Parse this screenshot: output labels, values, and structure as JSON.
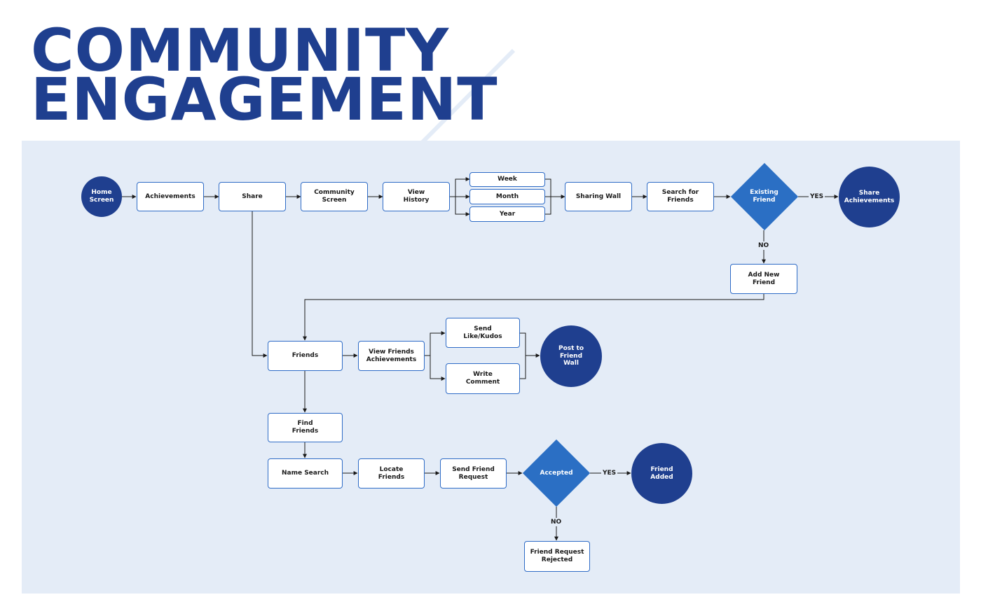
{
  "title": {
    "line1": "COMMUNITY",
    "line2": "ENGAGEMENT"
  },
  "colors": {
    "dark_blue": "#1f3f8f",
    "diamond_blue": "#2b6fc4",
    "board": "#e4ecf7",
    "box_border": "#2e6bc6"
  },
  "nodes": {
    "home": "Home\nScreen",
    "achievements": "Achievements",
    "share": "Share",
    "community": "Community\nScreen",
    "view_history": "View\nHistory",
    "week": "Week",
    "month": "Month",
    "year": "Year",
    "sharing_wall": "Sharing Wall",
    "search_friends": "Search for\nFriends",
    "existing_friend": "Existing\nFriend",
    "share_achievements": "Share\nAchievements",
    "add_new_friend": "Add New\nFriend",
    "friends": "Friends",
    "view_friends_ach": "View Friends\nAchievements",
    "send_like": "Send\nLike/Kudos",
    "write_comment": "Write\nComment",
    "post_wall": "Post to\nFriend\nWall",
    "find_friends": "Find\nFriends",
    "name_search": "Name Search",
    "locate_friends": "Locate\nFriends",
    "send_request": "Send Friend\nRequest",
    "accepted": "Accepted",
    "friend_added": "Friend\nAdded",
    "rejected": "Friend Request\nRejected"
  },
  "edge_labels": {
    "yes1": "YES",
    "no1": "NO",
    "yes2": "YES",
    "no2": "NO"
  }
}
